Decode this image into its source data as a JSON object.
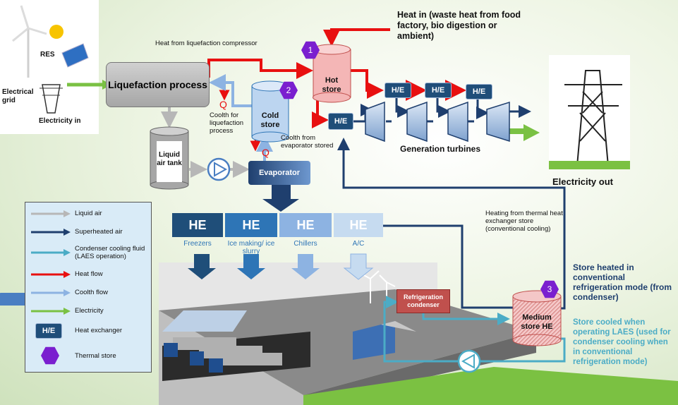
{
  "source_labels": {
    "res": "RES",
    "electrical_grid": "Electrical grid",
    "electricity_in": "Electricity in"
  },
  "liquefaction": {
    "process": "Liquefaction process",
    "heat_from_compressor": "Heat from liquefaction compressor",
    "coolth_label": "Coolth for liquefaction process",
    "q_label": "Q"
  },
  "stores": {
    "hot_store": "Hot store",
    "cold_store": "Cold store",
    "liquid_air_tank": "Liquid air tank",
    "medium_store": "Medium store HE",
    "hot_number": "1",
    "cold_number": "2",
    "medium_number": "3"
  },
  "evaporator": {
    "label": "Evaporator",
    "coolth_from_evaporator": "Coolth from evaporator stored"
  },
  "heat_in": "Heat in (waste heat from food factory, bio digestion or ambient)",
  "generation_turbines": "Generation turbines",
  "electricity_out": "Electricity out",
  "he_short": "H/E",
  "big_he": {
    "label": "HE",
    "consumers": [
      "Freezers",
      "Ice making/ ice slurry",
      "Chillers",
      "A/C"
    ]
  },
  "heating_note": "Heating from thermal heat exchanger store (conventional cooling)",
  "refrigeration_condenser": "Refrigeration condenser",
  "store_heated_note": "Store heated in conventional refrigeration mode (from condenser)",
  "store_cooled_note": "Store cooled when operating LAES (used for condenser cooling when in conventional refrigeration mode)",
  "legend": {
    "items": [
      {
        "label": "Liquid air",
        "color": "#b7b7b7"
      },
      {
        "label": "Superheated air",
        "color": "#1f3f6e"
      },
      {
        "label": "Condenser cooling fluid (LAES operation)",
        "color": "#4bacc6"
      },
      {
        "label": "Heat flow",
        "color": "#e81010"
      },
      {
        "label": "Coolth flow",
        "color": "#8db3e2"
      },
      {
        "label": "Electricity",
        "color": "#7ac143"
      },
      {
        "label": "Heat exchanger",
        "color": "#1f4e79"
      },
      {
        "label": "Thermal store",
        "color": "#7a1fcf"
      }
    ]
  }
}
